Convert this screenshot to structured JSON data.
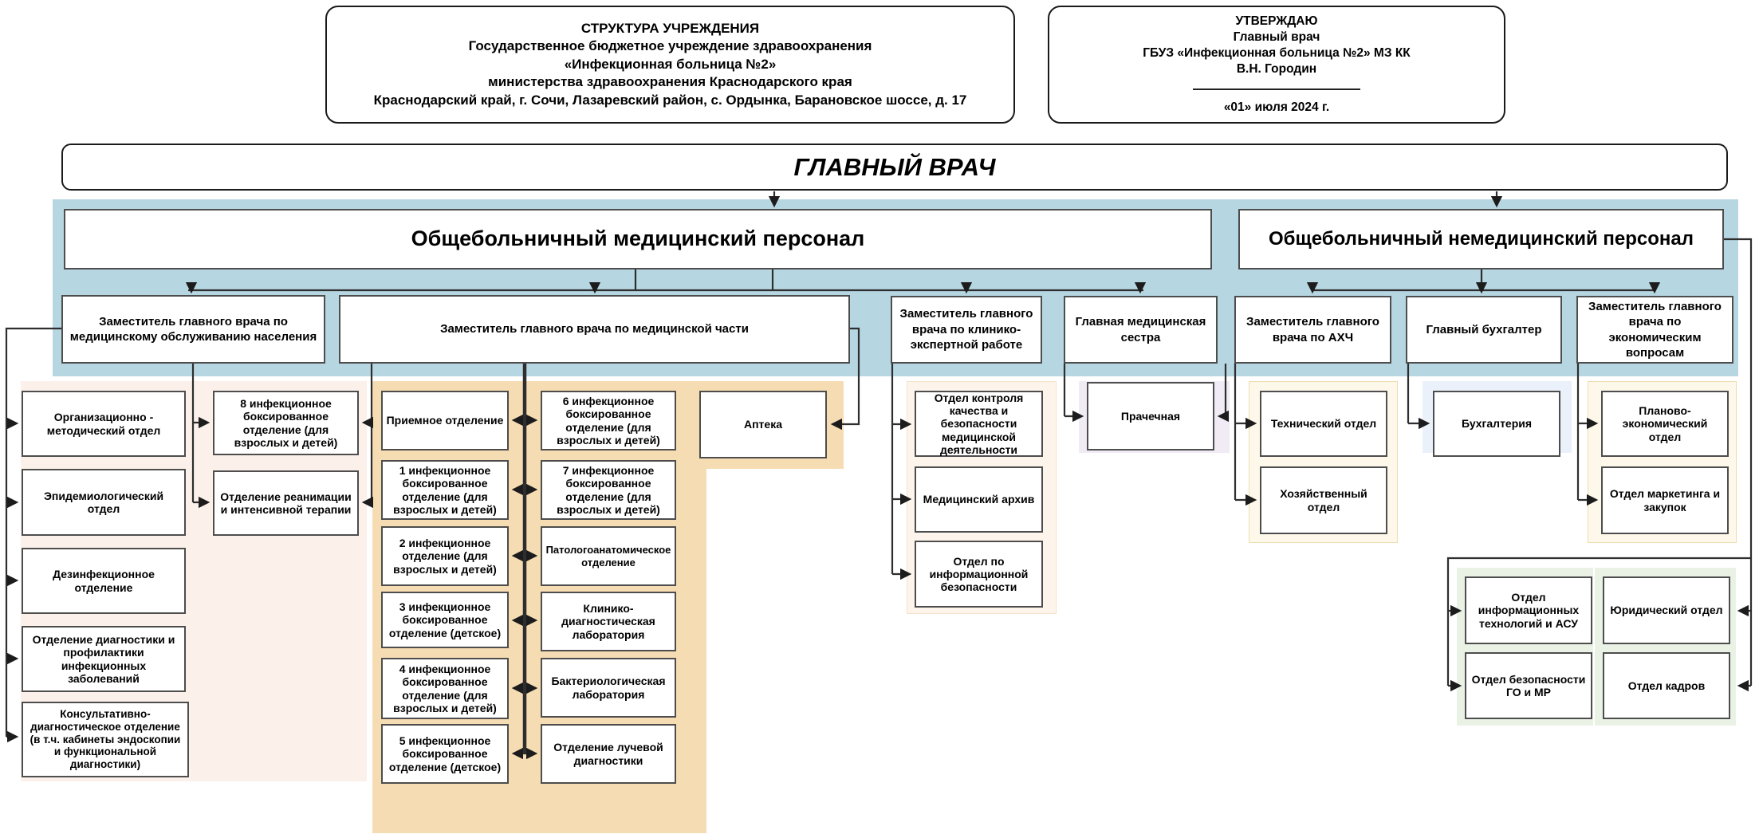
{
  "colors": {
    "band_blue": "#b6d6e2",
    "tint_pink": "#fcf0ea",
    "tint_orange": "#f6dcb2",
    "tint_ivory": "#fdf5ec",
    "tint_lavender": "#f0ebf4",
    "tint_cream": "#fdf8e9",
    "tint_blue": "#eaf1fa",
    "tint_green": "#eaf2e6",
    "box_border": "#4d4d4d",
    "line": "#2e2e2e"
  },
  "top": {
    "structure": {
      "lines": [
        "СТРУКТУРА УЧРЕЖДЕНИЯ",
        "Государственное бюджетное учреждение здравоохранения",
        "«Инфекционная больница №2»",
        "министерства здравоохранения Краснодарского края",
        "Краснодарский край, г. Сочи,  Лазаревский район, с. Ордынка, Барановское шоссе, д. 17"
      ]
    },
    "approval": {
      "lines": [
        "УТВЕРЖДАЮ",
        "Главный врач",
        "ГБУЗ «Инфекционная больница №2» МЗ КК",
        "В.Н. Городин"
      ],
      "date": "«01» июля 2024 г."
    }
  },
  "chief_label": "ГЛАВНЫЙ ВРАЧ",
  "groups": {
    "medical": "Общебольничный медицинский персонал",
    "nonmedical": "Общебольничный немедицинский персонал"
  },
  "deputies": {
    "medical_service": "Заместитель главного врача по медицинскому обслуживанию населения",
    "medical_part": "Заместитель главного врача по медицинской части",
    "clinical_expert": "Заместитель главного врача по клинико-экспертной работе",
    "chief_nurse": "Главная медицинская сестра",
    "ahch": "Заместитель главного врача по АХЧ",
    "chief_accountant": "Главный бухгалтер",
    "economics": "Заместитель главного врача по экономическим вопросам"
  },
  "units": {
    "org_method": "Организационно - методический отдел",
    "epidemiology": "Эпидемиологический отдел",
    "disinfection": "Дезинфекционное отделение",
    "diagnostics_prevention": "Отделение диагностики и профилактики инфекционных заболеваний",
    "consultative": "Консультативно-диагностическое отделение (в т.ч. кабинеты эндоскопии и функциональной диагностики)",
    "infection8": "8 инфекционное боксированное отделение (для взрослых и детей)",
    "reanimation": "Отделение реанимации и интенсивной терапии",
    "admission": "Приемное отделение",
    "infection1": "1 инфекционное боксированное отделение (для взрослых и детей)",
    "infection2": "2 инфекционное отделение (для взрослых и детей)",
    "infection3": "3 инфекционное боксированное отделение (детское)",
    "infection4": "4 инфекционное боксированное отделение (для взрослых и детей)",
    "infection5": "5 инфекционное боксированное отделение (детское)",
    "infection6": "6 инфекционное боксированное отделение (для взрослых и детей)",
    "infection7": "7 инфекционное боксированное отделение (для взрослых и детей)",
    "pathology": "Патологоанатомическое отделение",
    "clinical_lab": "Клинико-диагностическая лаборатория",
    "bacteriology_lab": "Бактериологическая лаборатория",
    "radiology": "Отделение лучевой диагностики",
    "pharmacy": "Аптека",
    "quality_control": "Отдел контроля качества и безопасности медицинской деятельности",
    "medical_archive": "Медицинский архив",
    "info_security": "Отдел по информационной безопасности",
    "laundry": "Прачечная",
    "technical": "Технический отдел",
    "household": "Хозяйственный отдел",
    "accounting": "Бухгалтерия",
    "planning_economic": "Планово-экономический отдел",
    "marketing": "Отдел маркетинга и закупок",
    "it_asu": "Отдел информационных технологий и АСУ",
    "legal": "Юридический отдел",
    "safety_go_mr": "Отдел безопасности ГО и МР",
    "hr": "Отдел кадров"
  }
}
